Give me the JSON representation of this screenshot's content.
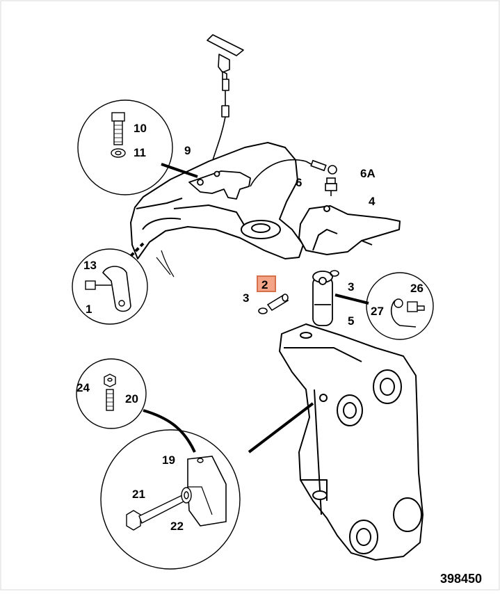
{
  "diagram": {
    "reference_number": "398450",
    "highlight_color": "#f4a587",
    "callouts": {
      "p2": "2",
      "p3a": "3",
      "p3b": "3",
      "p4": "4",
      "p5": "5",
      "p6": "6",
      "p6a": "6A",
      "p9": "9",
      "p10": "10",
      "p11": "11",
      "p13": "13",
      "p1": "1",
      "p26": "26",
      "p27": "27",
      "p24": "24",
      "p20": "20",
      "p19": "19",
      "p21": "21",
      "p22": "22"
    }
  }
}
